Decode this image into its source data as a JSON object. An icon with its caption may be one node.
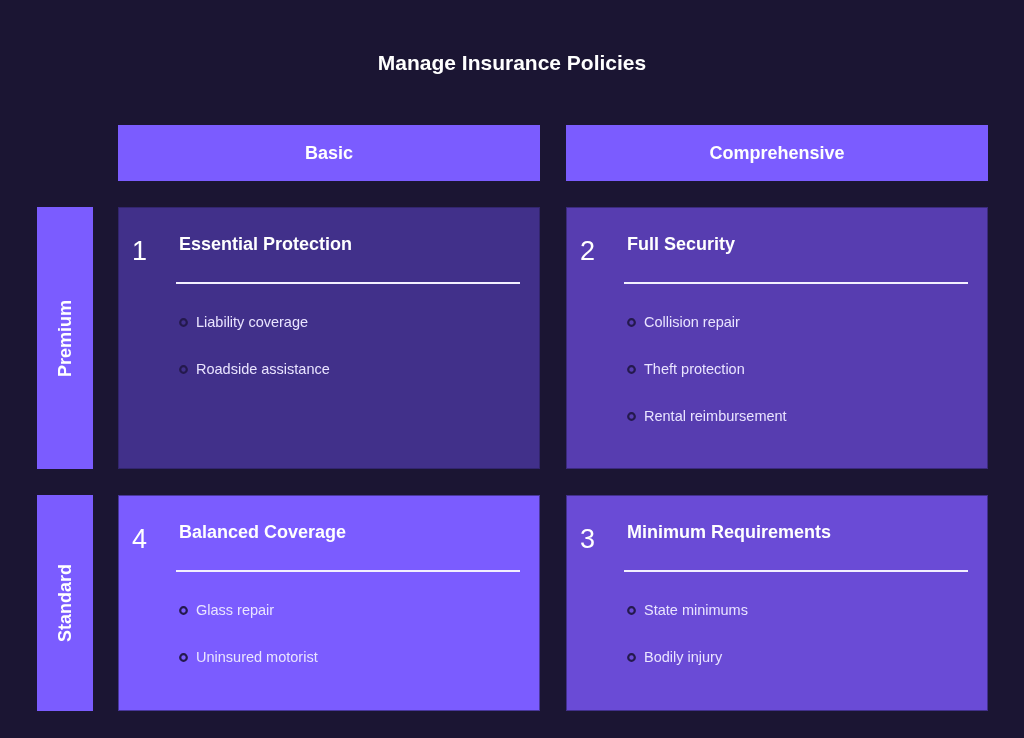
{
  "diagram": {
    "title": "Manage Insurance Policies",
    "nodes": [
      {
        "text": [
          "Basic"
        ]
      },
      {
        "text": [
          "Comprehensive"
        ]
      },
      {
        "text": [
          "Premium"
        ]
      },
      {
        "text": [
          "1",
          "Essential Protection",
          "Liability coverage",
          "Roadside assistance"
        ]
      },
      {
        "text": [
          "2",
          "Full Security",
          "Collision repair",
          "Theft protection",
          "Rental reimbursement"
        ]
      },
      {
        "text": [
          "Standard"
        ]
      },
      {
        "text": [
          "4",
          "Balanced Coverage",
          "Glass repair",
          "Uninsured motorist"
        ]
      },
      {
        "text": [
          "3",
          "Minimum Requirements",
          "State minimums",
          "Bodily injury"
        ]
      }
    ]
  }
}
